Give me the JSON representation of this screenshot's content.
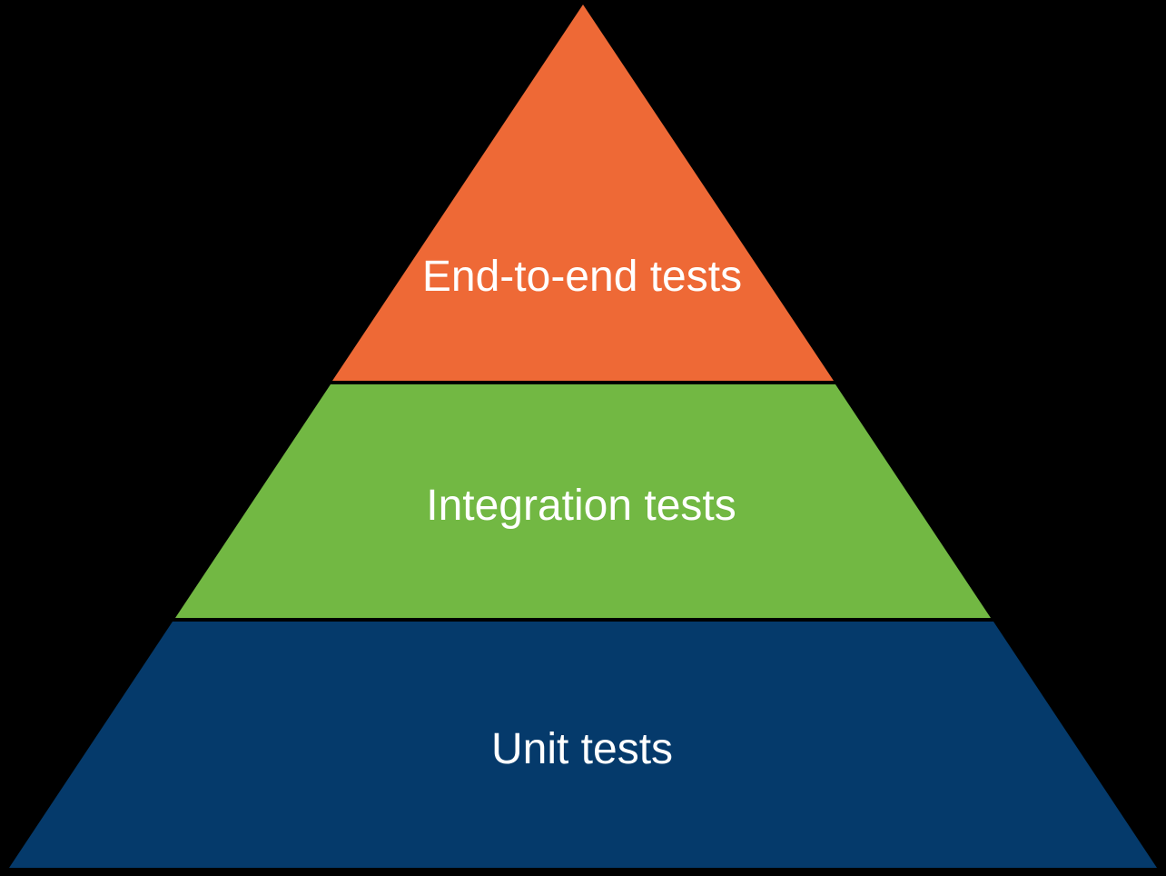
{
  "diagram": {
    "type": "pyramid",
    "name": "testing-pyramid",
    "background_color": "#000000",
    "label_text_color": "#FFFFFF",
    "separator_color": "#000000",
    "layers": [
      {
        "position": "top",
        "label": "End-to-end tests",
        "color": "#EE6936"
      },
      {
        "position": "middle",
        "label": "Integration tests",
        "color": "#72B843"
      },
      {
        "position": "bottom",
        "label": "Unit tests",
        "color": "#053A6B"
      }
    ]
  }
}
